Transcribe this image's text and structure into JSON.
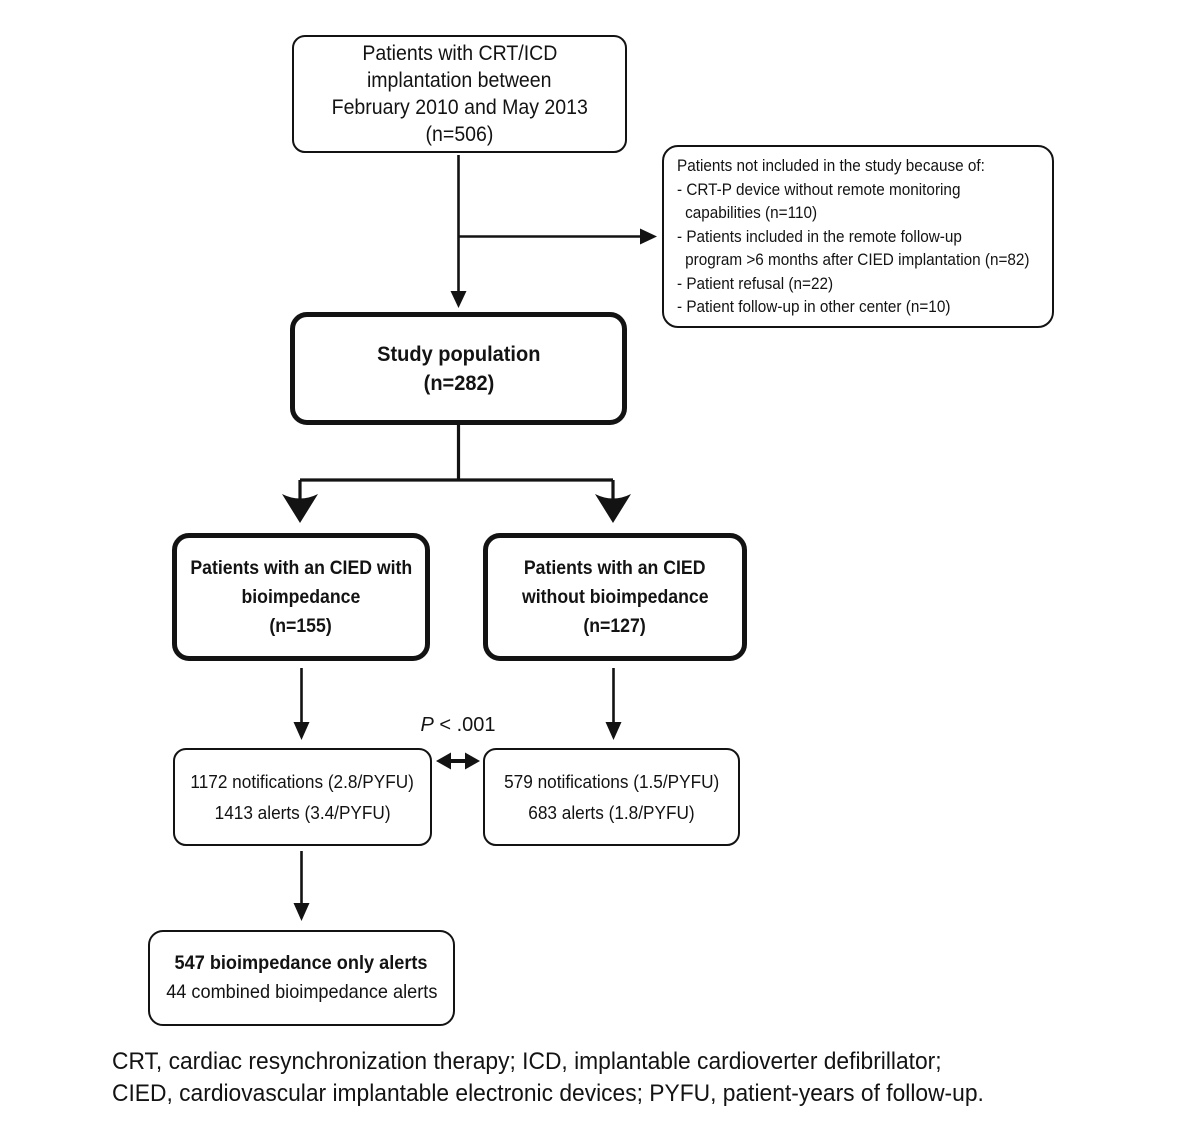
{
  "figure": {
    "background": "#ffffff",
    "ink_color": "#131313"
  },
  "boxes": {
    "top": {
      "lines": [
        "Patients with CRT/ICD",
        "implantation between",
        "February 2010 and May 2013",
        "(n=506)"
      ]
    },
    "exclusion": {
      "lines": [
        "Patients not included in the study because of:",
        "- CRT-P device without remote monitoring",
        "capabilities (n=110)",
        "- Patients included in the remote follow-up",
        "program >6 months after CIED implantation (n=82)",
        "- Patient refusal (n=22)",
        "- Patient follow-up in other center (n=10)"
      ]
    },
    "study": {
      "lines": [
        "Study population",
        "(n=282)"
      ]
    },
    "cied_with": {
      "lines": [
        "Patients with an CIED with",
        "bioimpedance",
        "(n=155)"
      ]
    },
    "cied_without": {
      "lines": [
        "Patients with an CIED",
        "without bioimpedance",
        "(n=127)"
      ]
    },
    "notif_with": {
      "lines": [
        "1172 notifications (2.8/PYFU)",
        "1413 alerts (3.4/PYFU)"
      ]
    },
    "notif_without": {
      "lines": [
        "579 notifications (1.5/PYFU)",
        "683 alerts (1.8/PYFU)"
      ]
    },
    "bio_alerts": {
      "line_bold": "547 bioimpedance only alerts",
      "line_regular": "44 combined bioimpedance alerts"
    }
  },
  "stats": {
    "p_italic": "P",
    "p_rest": " < .001"
  },
  "caption": {
    "line1": "CRT, cardiac resynchronization therapy; ICD, implantable cardioverter defibrillator;",
    "line2": "CIED, cardiovascular implantable electronic devices; PYFU, patient-years of follow-up."
  }
}
